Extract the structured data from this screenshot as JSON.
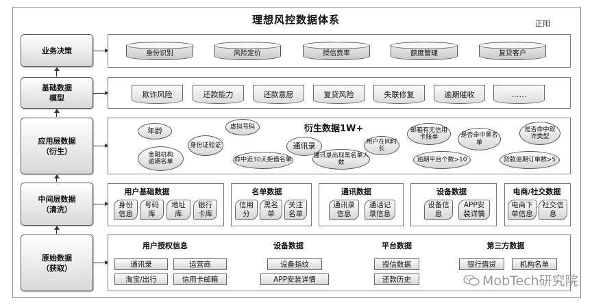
{
  "title": "理想风控数据体系",
  "author": "正阳",
  "layers": [
    "业务决策",
    "基础数据\n模型",
    "应用层数据\n（衍生）",
    "中间层数据\n（清洗）",
    "原始数据\n（获取）"
  ],
  "decisions": [
    "身份识别",
    "风险定价",
    "授信费率",
    "额度管理",
    "复贷客户"
  ],
  "models": [
    "欺诈风险",
    "还款能力",
    "还款意愿",
    "复贷风险",
    "失联修复",
    "逾期催收",
    "……"
  ],
  "derived": {
    "title": "衍生数据1W+",
    "bubbles": [
      "年龄",
      "虚拟号码",
      "身份证验证",
      "金融机构\n逾期名单",
      "通讯录",
      "命中近30天拒借名单",
      "通讯录出现黑名单人\n数",
      "用户在网时\n长",
      "邮箱有无信用\n卡账单",
      "是否命中黑名\n单",
      "是否命中欺\n诈类型",
      "逾期平台个数>10",
      "贷款逾期订单数>5"
    ]
  },
  "middle": [
    {
      "title": "用户基础数据",
      "items": [
        "身份\n信息",
        "号码\n库",
        "地址\n库",
        "银行\n卡库"
      ]
    },
    {
      "title": "名单数据",
      "items": [
        "信用\n分",
        "黑名\n单",
        "关注\n名单"
      ]
    },
    {
      "title": "通讯数据",
      "items": [
        "通讯录\n信息",
        "通话记\n录信息"
      ]
    },
    {
      "title": "设备数据",
      "items": [
        "设备信\n息",
        "APP安\n装详情"
      ]
    },
    {
      "title": "电商/社交数据",
      "items": [
        "电商下\n单信息",
        "社交信\n息"
      ]
    }
  ],
  "raw": [
    {
      "title": "用户授权信息",
      "items": [
        "通讯录",
        "运营商",
        "淘宝/出行",
        "信用卡邮箱"
      ]
    },
    {
      "title": "设备数据",
      "items": [
        "设备指纹",
        "APP安装详情"
      ]
    },
    {
      "title": "平台数据",
      "items": [
        "授信数据",
        "还款历史"
      ]
    },
    {
      "title": "第三方数据",
      "items": [
        "银行借贷",
        "机构名单"
      ]
    }
  ],
  "watermark": "MobTech研究院"
}
